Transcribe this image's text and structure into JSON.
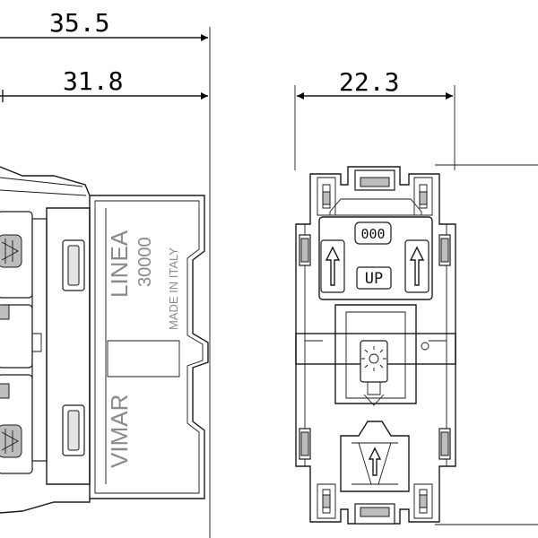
{
  "dimensions": {
    "overall_width": "35.5",
    "body_width": "31.8",
    "front_width": "22.3"
  },
  "side_view_markings": {
    "line": "LINEA",
    "code": "30000",
    "origin": "MADE IN ITALY",
    "brand": "VIMAR"
  },
  "front_view_markings": {
    "code_badge": "000",
    "orientation_badge": "UP"
  }
}
